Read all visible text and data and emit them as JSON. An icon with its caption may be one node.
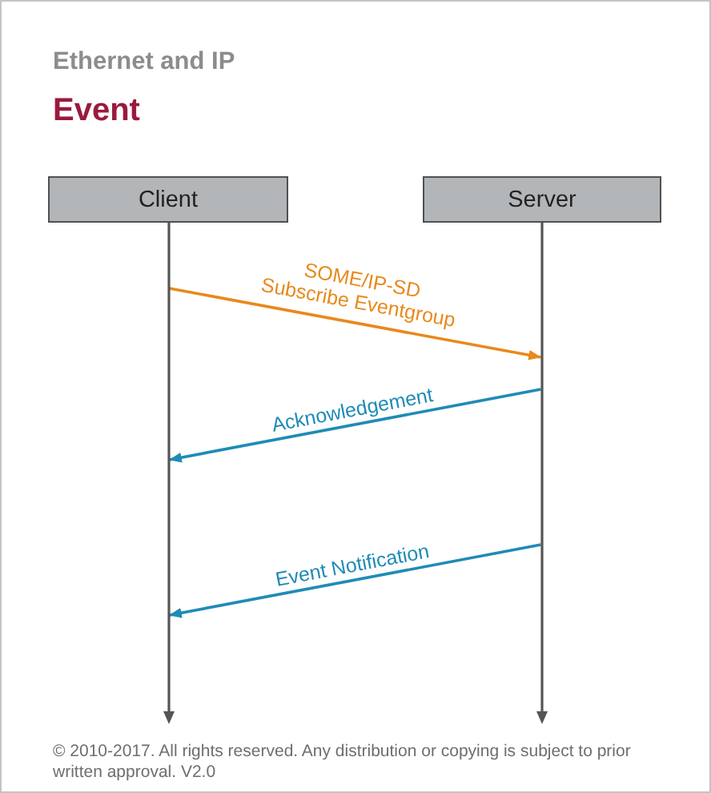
{
  "diagram": {
    "title": "Event",
    "nodes": [
      {
        "text": [
          "Client"
        ]
      },
      {
        "text": [
          "Server"
        ]
      },
      {
        "text": [],
        "shape": "line"
      },
      {
        "text": [],
        "shape": "line"
      }
    ],
    "edges": [
      {
        "from": 2,
        "to": 3,
        "arrow": "to",
        "label": "SOME/IP-SD Subscribe Eventgroup",
        "color": "#e8891c"
      },
      {
        "from": 3,
        "to": 2,
        "arrow": "to",
        "label": "Acknowledgement",
        "color": "#1f8bb6"
      },
      {
        "from": 3,
        "to": 2,
        "arrow": "to",
        "label": "Event Notification",
        "color": "#1f8bb6"
      }
    ],
    "labels": [
      "Ethernet and IP",
      "© 2010-2017. All rights reserved. Any distribution or copying is subject to prior written approval. V2.0"
    ]
  }
}
